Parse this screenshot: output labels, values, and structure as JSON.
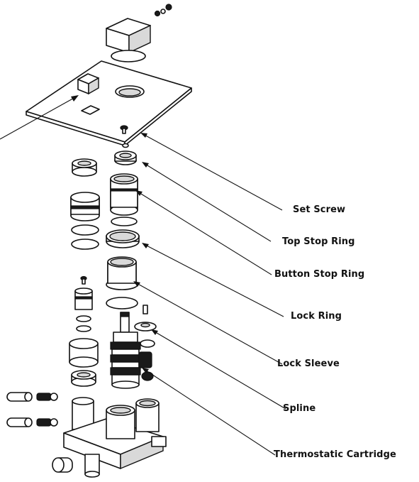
{
  "diagram": {
    "labels": [
      {
        "key": "set_screw",
        "text": "Set Screw"
      },
      {
        "key": "top_stop_ring",
        "text": "Top Stop Ring"
      },
      {
        "key": "button_stop_ring",
        "text": "Button Stop Ring"
      },
      {
        "key": "lock_ring",
        "text": "Lock Ring"
      },
      {
        "key": "lock_sleeve",
        "text": "Lock Sleeve"
      },
      {
        "key": "spline",
        "text": "Spline"
      },
      {
        "key": "thermostatic_cartridge",
        "text": "Thermostatic Cartridge"
      }
    ]
  }
}
